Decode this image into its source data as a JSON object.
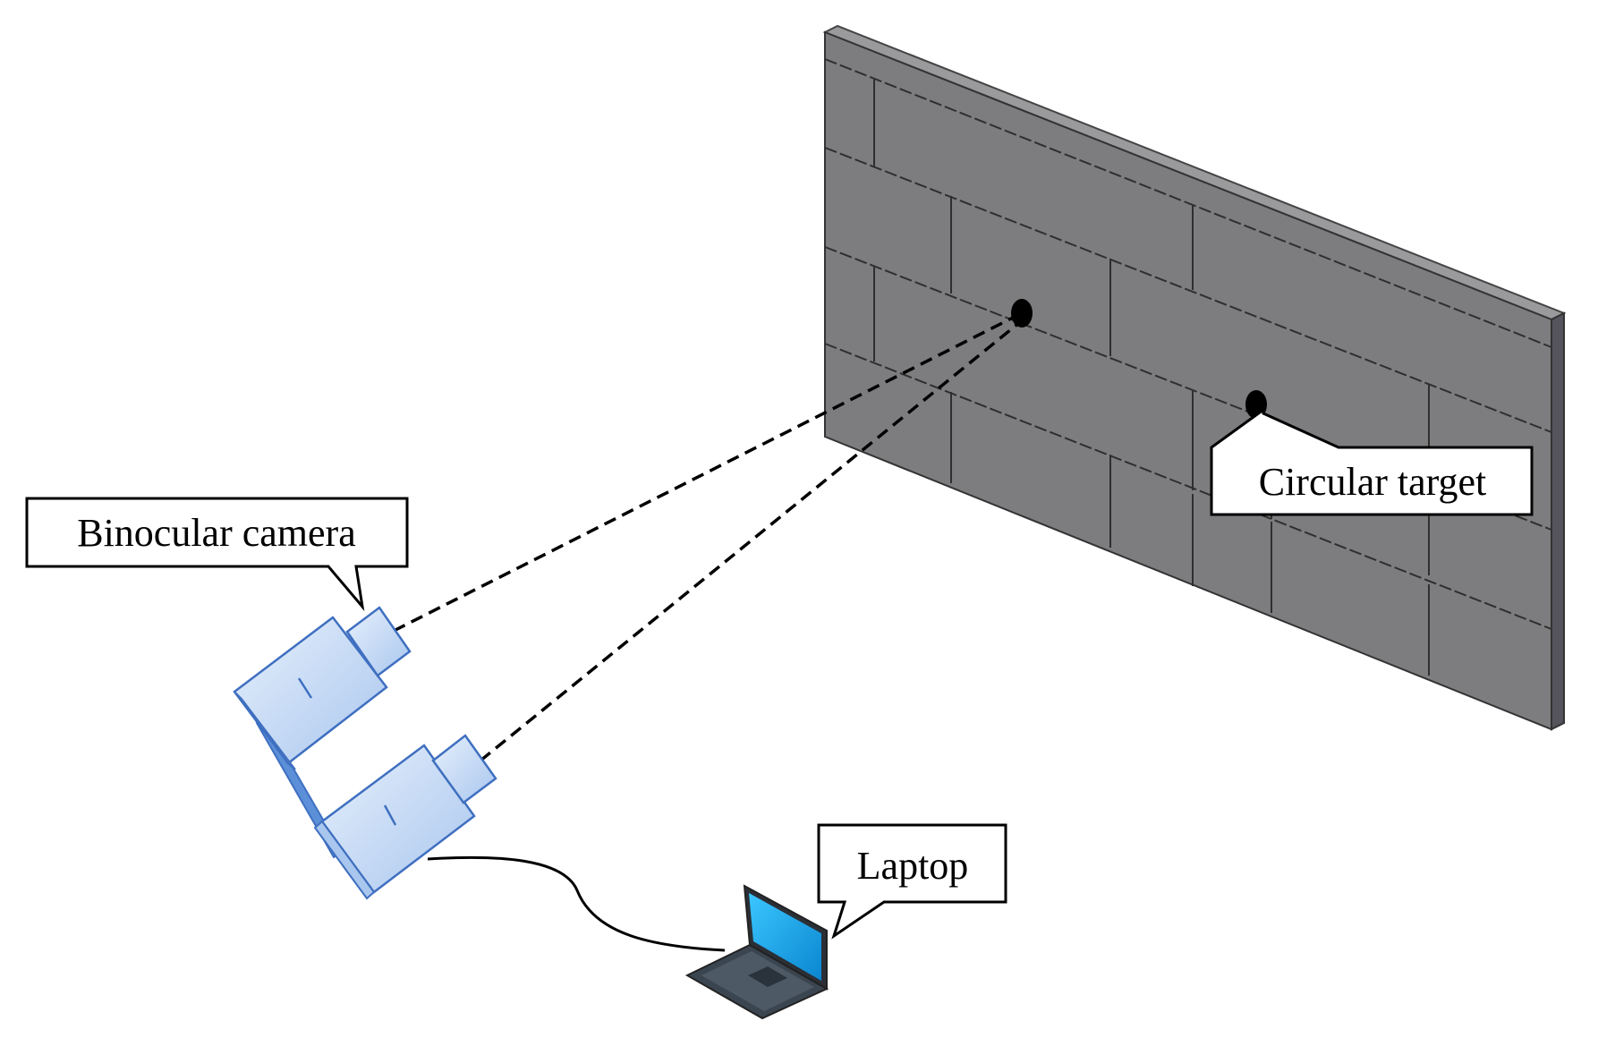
{
  "labels": {
    "binocular_camera": "Binocular camera",
    "circular_target": "Circular target",
    "laptop": "Laptop"
  },
  "colors": {
    "wall_face": "#7d7c7e",
    "wall_edge": "#55545c",
    "wall_top": "#9a999c",
    "camera_fill": "#c9dbf3",
    "camera_stroke": "#3f6fc0",
    "camera_mount": "#5b8fd8",
    "laptop_screen": "#1ea7e8",
    "laptop_base": "#3a4550",
    "target": "#000000"
  }
}
